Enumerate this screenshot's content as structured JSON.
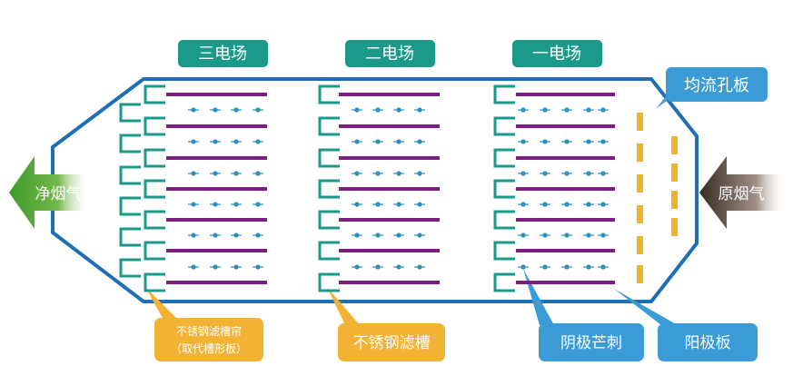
{
  "fields": [
    {
      "label": "三电场"
    },
    {
      "label": "二电场"
    },
    {
      "label": "一电场"
    }
  ],
  "clean_gas": {
    "label": "净烟气"
  },
  "raw_gas": {
    "label": "原烟气"
  },
  "flow_plate": {
    "label": "均流孔板"
  },
  "callouts": {
    "filter_trough_line1": "不锈钢滤槽帘",
    "filter_trough_line2": "（取代槽形板）",
    "filter_trough_short": "不锈钢滤槽",
    "cathode_spike": "阴极芒刺",
    "anode_plate": "阳极板"
  },
  "colors": {
    "housing": "#1f6fb5",
    "teal": "#1b9a8a",
    "purple": "#7b1d82",
    "electrode": "#2a8fb8",
    "orange": "#f0b32a",
    "callout_orange": "#f2b233",
    "callout_blue": "#3a9bd6",
    "green": "#5fa833",
    "brown": "#4a3a30"
  }
}
